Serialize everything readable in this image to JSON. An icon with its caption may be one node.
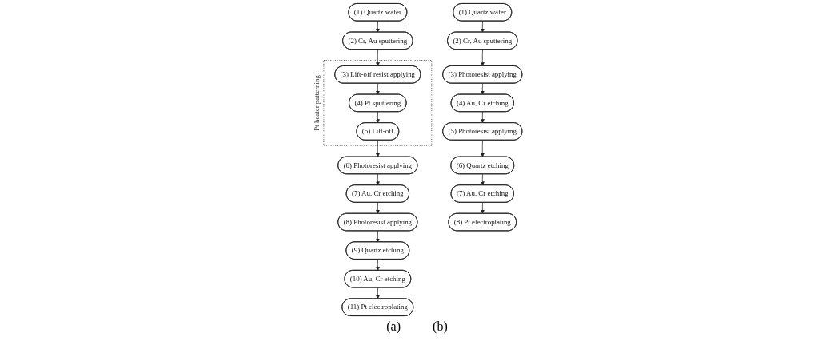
{
  "diagram": {
    "nodes": [
      {
        "text": [
          "(1) Quartz wafer"
        ]
      },
      {
        "text": [
          "(2) Cr, Au sputtering"
        ]
      },
      {
        "text": [
          "Pt heater patterning"
        ]
      },
      {
        "text": [
          "(3) Lift-off resist applying"
        ],
        "in": 2
      },
      {
        "text": [
          "(4) Pt sputtering"
        ],
        "in": 2
      },
      {
        "text": [
          "(5) Lift-off"
        ],
        "in": 2
      },
      {
        "text": [
          "(6) Photoresist applying"
        ]
      },
      {
        "text": [
          "(7) Au, Cr etching"
        ]
      },
      {
        "text": [
          "(8) Photoresist applying"
        ]
      },
      {
        "text": [
          "(9) Quartz etching"
        ]
      },
      {
        "text": [
          "(10) Au, Cr etching"
        ]
      },
      {
        "text": [
          "(11) Pt electroplating"
        ]
      },
      {
        "text": [
          "(1) Quartz wafer"
        ]
      },
      {
        "text": [
          "(2) Cr, Au sputtering"
        ]
      },
      {
        "text": [
          "(3) Photoresist applying"
        ]
      },
      {
        "text": [
          "(4) Au, Cr etching"
        ]
      },
      {
        "text": [
          "(5) Photoresist applying"
        ]
      },
      {
        "text": [
          "(6) Quartz etching"
        ]
      },
      {
        "text": [
          "(7) Au, Cr etching"
        ]
      },
      {
        "text": [
          "(8) Pt electroplating"
        ]
      }
    ],
    "edges": [
      {
        "from": 0,
        "to": 1,
        "arrow": "to"
      },
      {
        "from": 1,
        "to": 3,
        "arrow": "to"
      },
      {
        "from": 3,
        "to": 4,
        "arrow": "to"
      },
      {
        "from": 4,
        "to": 5,
        "arrow": "to"
      },
      {
        "from": 5,
        "to": 6,
        "arrow": "to"
      },
      {
        "from": 6,
        "to": 7,
        "arrow": "to"
      },
      {
        "from": 7,
        "to": 8,
        "arrow": "to"
      },
      {
        "from": 8,
        "to": 9,
        "arrow": "to"
      },
      {
        "from": 9,
        "to": 10,
        "arrow": "to"
      },
      {
        "from": 10,
        "to": 11,
        "arrow": "to"
      },
      {
        "from": 12,
        "to": 13,
        "arrow": "to"
      },
      {
        "from": 13,
        "to": 14,
        "arrow": "to"
      },
      {
        "from": 14,
        "to": 15,
        "arrow": "to"
      },
      {
        "from": 15,
        "to": 16,
        "arrow": "to"
      },
      {
        "from": 16,
        "to": 17,
        "arrow": "to"
      },
      {
        "from": 17,
        "to": 18,
        "arrow": "to"
      },
      {
        "from": 18,
        "to": 19,
        "arrow": "to"
      }
    ],
    "labels": [
      "(a)",
      "(b)"
    ]
  }
}
